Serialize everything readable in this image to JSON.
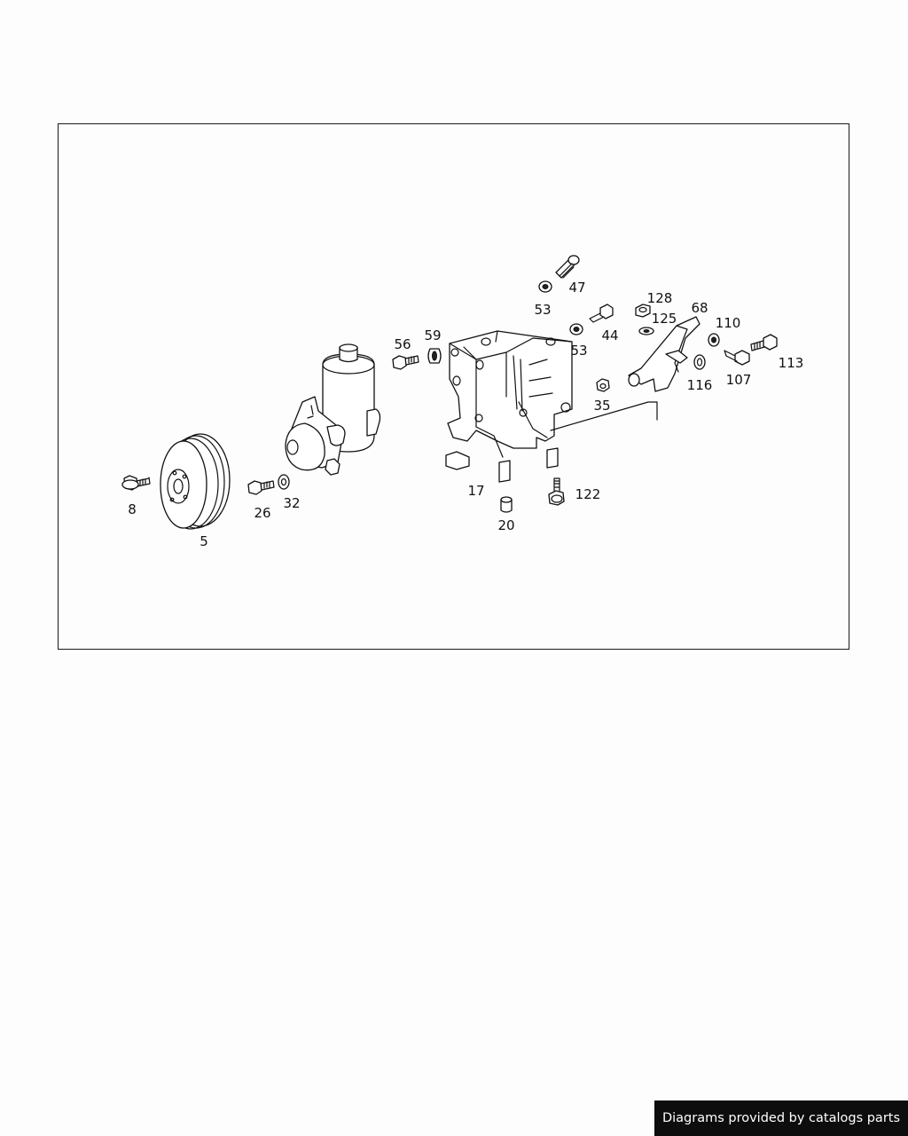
{
  "diagram": {
    "callouts": {
      "c8": "8",
      "c5": "5",
      "c26": "26",
      "c32": "32",
      "c56": "56",
      "c59": "59",
      "c47": "47",
      "c53a": "53",
      "c53b": "53",
      "c44": "44",
      "c128": "128",
      "c125": "125",
      "c68": "68",
      "c110": "110",
      "c113": "113",
      "c107": "107",
      "c116": "116",
      "c35": "35",
      "c17": "17",
      "c20": "20",
      "c122": "122"
    }
  },
  "footer": {
    "credit": "Diagrams provided by catalogs parts"
  },
  "colors": {
    "background": "#fdfdfd",
    "line": "#111111",
    "badge": "#0d0d0d"
  }
}
